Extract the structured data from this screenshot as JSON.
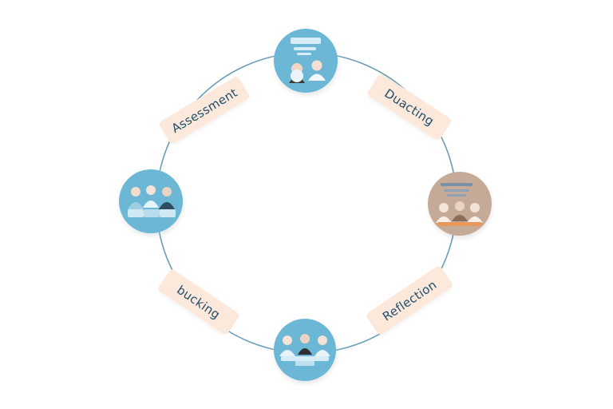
{
  "diagram": {
    "type": "cycle",
    "stages": [
      {
        "id": "top",
        "icon": "consultation-icon",
        "color": "#6bb7d5"
      },
      {
        "id": "right",
        "icon": "group-discussion-icon",
        "color": "#c5aa97"
      },
      {
        "id": "bottom",
        "icon": "presenter-icon",
        "color": "#6bb7d5"
      },
      {
        "id": "left",
        "icon": "team-icon",
        "color": "#6bb7d5"
      }
    ],
    "labels": {
      "assessment": "Assessment",
      "duacting": "Duacting",
      "reflection": "Reflection",
      "bucking": "bucking"
    },
    "colors": {
      "ring": "#6a9db8",
      "pill": "#fde9dc",
      "label_text": "#1f4d6b"
    }
  }
}
